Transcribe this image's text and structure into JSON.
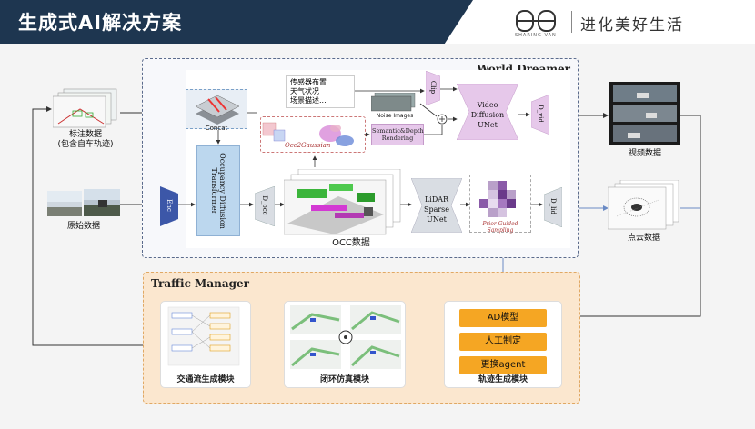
{
  "header": {
    "title": "生成式AI解决方案",
    "brand_sub": "SHARING VAN",
    "brand_slogan": "进化美好生活"
  },
  "left_inputs": {
    "annotated_label_line1": "标注数据",
    "annotated_label_line2": "(包含自车轨迹)",
    "raw_label": "原始数据"
  },
  "world_dreamer": {
    "title": "World Dreamer",
    "concat": "Concat",
    "condition_lines": [
      "传感器布置",
      "天气状况",
      "场景描述..."
    ],
    "clip": "Clip",
    "noise_images": "Noise Images",
    "semantic_depth": "Semantic&Depth Rendering",
    "occ2gaussian": "Occ2Gaussian",
    "video_unet": "Video Diffusion UNet",
    "d_vid": "D_vid",
    "enc": "Enc",
    "occ_transformer": "Occupancy Diffusion Transformer",
    "d_occ": "D_occ",
    "occ_data": "OCC数据",
    "lidar_unet": "LiDAR Sparse UNet",
    "prior_sampling": "Prior Guided Sampling",
    "d_lid": "D_lid"
  },
  "right_outputs": {
    "video_data": "视频数据",
    "pointcloud_data": "点云数据"
  },
  "traffic_manager": {
    "title": "Traffic Manager",
    "traffic_flow_module": "交通流生成模块",
    "closed_loop_module": "闭环仿真模块",
    "trajectory_module": "轨迹生成模块",
    "options": [
      "AD模型",
      "人工制定",
      "更换agent"
    ]
  },
  "colors": {
    "header_bg": "#1e3650",
    "orange": "#f5a623",
    "video_unet": "#e6c8ea",
    "lidar_unet": "#d9dde3",
    "enc": "#3c57a8",
    "transformer": "#bcd7ee"
  }
}
